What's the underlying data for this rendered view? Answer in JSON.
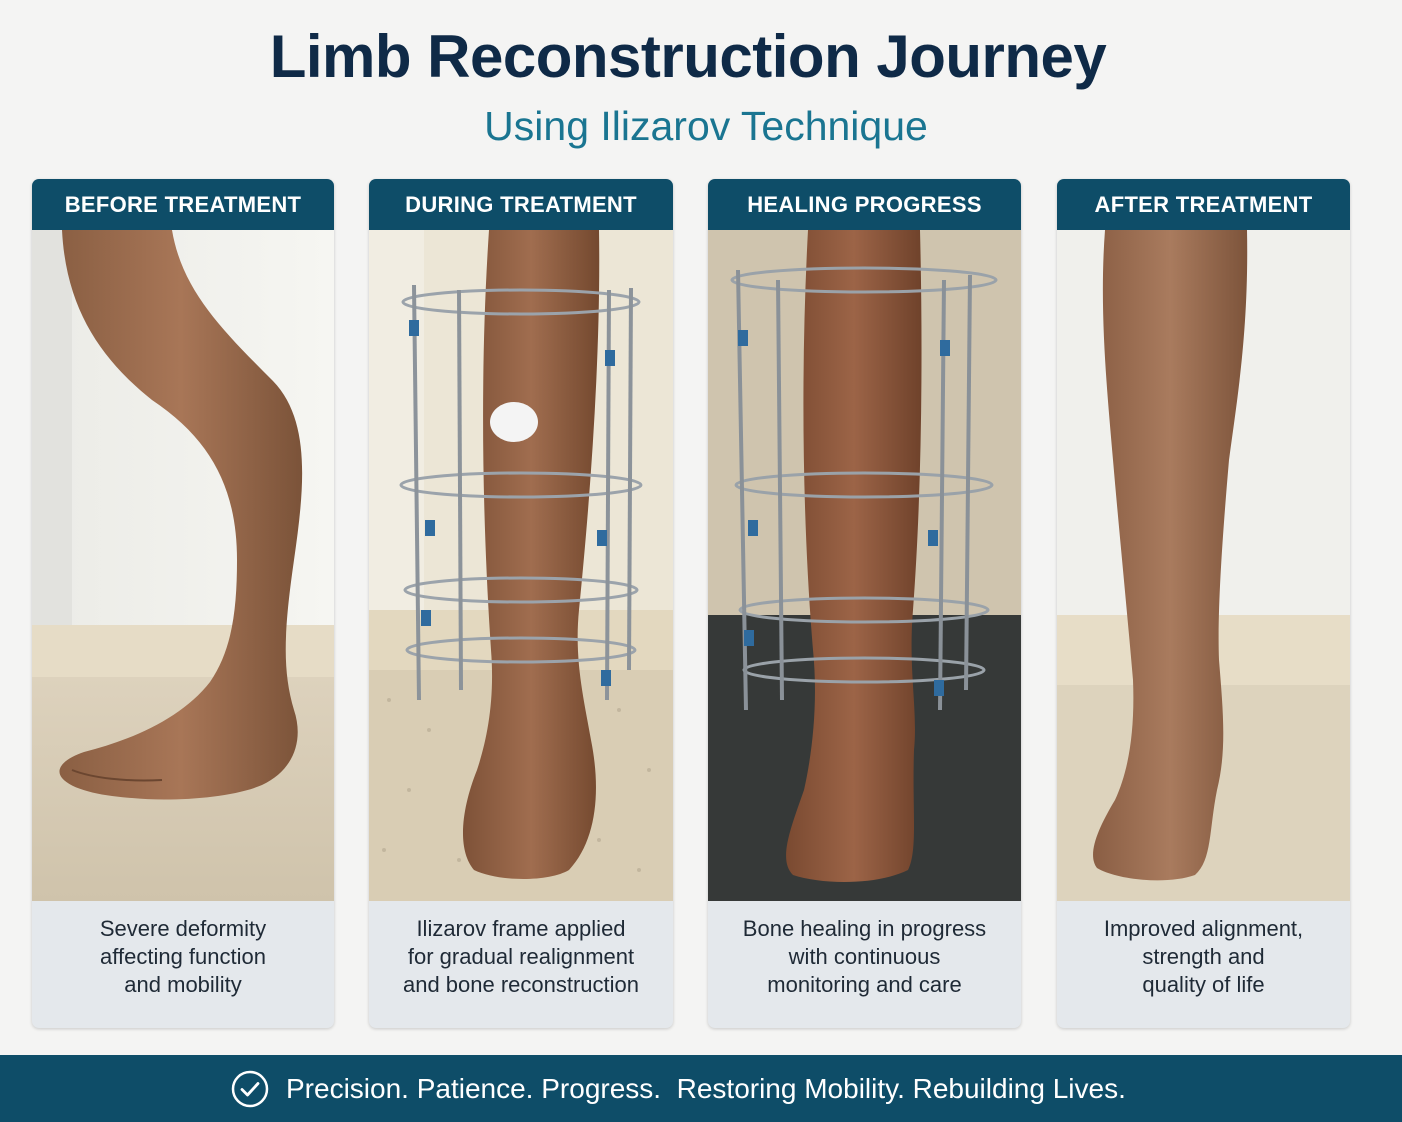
{
  "header": {
    "title": "Limb Reconstruction Journey",
    "subtitle": "Using Ilizarov Technique"
  },
  "stages": [
    {
      "label": "BEFORE TREATMENT",
      "caption": [
        "Severe deformity",
        "affecting function",
        "and mobility"
      ],
      "photo": "leg-deformed-photo"
    },
    {
      "label": "DURING TREATMENT",
      "caption": [
        "Ilizarov frame applied",
        "for gradual realignment",
        "and bone reconstruction"
      ],
      "photo": "leg-with-ilizarov-frame-photo"
    },
    {
      "label": "HEALING PROGRESS",
      "caption": [
        "Bone healing in progress",
        "with continuous",
        "monitoring and care"
      ],
      "photo": "leg-healing-frame-photo"
    },
    {
      "label": "AFTER TREATMENT",
      "caption": [
        "Improved alignment,",
        "strength and",
        "quality of life"
      ],
      "photo": "leg-straight-photo"
    }
  ],
  "footer": {
    "icon": "check-circle-icon",
    "text": "Precision. Patience. Progress.  Restoring Mobility. Rebuilding Lives."
  },
  "colors": {
    "title": "#0f2a47",
    "subtitle": "#1a7591",
    "banner": "#0e4d68",
    "caption_bg": "#e4e8ec",
    "page_bg": "#f4f4f3"
  }
}
